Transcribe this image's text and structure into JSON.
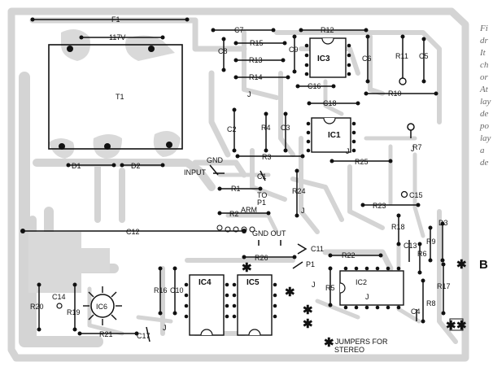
{
  "labels": {
    "F1": "F1",
    "v117": "117V",
    "T1": "T1",
    "D1": "D1",
    "D2": "D2",
    "GND": "GND",
    "INPUT": "INPUT",
    "R1": "R1",
    "TO_P1_ARM": [
      "TO",
      "P1",
      "ARM"
    ],
    "R2": "R2",
    "C12": "C12",
    "GND_OUT": "GND OUT",
    "R26": "R26",
    "C11": "C11",
    "P1": "P1",
    "R22": "R22",
    "R5": "R5",
    "IC2": "IC2",
    "IC4": "IC4",
    "IC5": "IC5",
    "IC6": "IC6",
    "R16": "R16",
    "C10": "C10",
    "R20": "R20",
    "C14": "C14",
    "R19": "R19",
    "R21": "R21",
    "C17": "C17",
    "C7": "C7",
    "R12": "R12",
    "C8": "C8",
    "R15": "R15",
    "R13": "R13",
    "C9": "C9",
    "IC3": "IC3",
    "C6": "C6",
    "R11": "R11",
    "C5": "C5",
    "R14": "R14",
    "C16": "C16",
    "R10": "R10",
    "C18": "C18",
    "C2": "C2",
    "R4": "R4",
    "C3": "C3",
    "IC1": "IC1",
    "R7": "R7",
    "R3": "R3",
    "C1": "C1",
    "R25": "R25",
    "R24": "R24",
    "C15": "C15",
    "R23": "R23",
    "R18": "R18",
    "D3": "D3",
    "R9": "R9",
    "C13": "C13",
    "R6": "R6",
    "R17": "R17",
    "R8": "R8",
    "C4": "C4",
    "J": "J",
    "jumpers": [
      "JUMPERS FOR",
      "STEREO"
    ],
    "B": "B"
  },
  "caption": {
    "lines": [
      "Fi",
      "dr",
      "It",
      "ch",
      "or",
      "At",
      "lay",
      "de",
      "po",
      "lay",
      "a",
      "de"
    ]
  },
  "colors": {
    "trace": "#d9d9d9",
    "ink": "#111111",
    "caption": "#6a6a6a"
  }
}
